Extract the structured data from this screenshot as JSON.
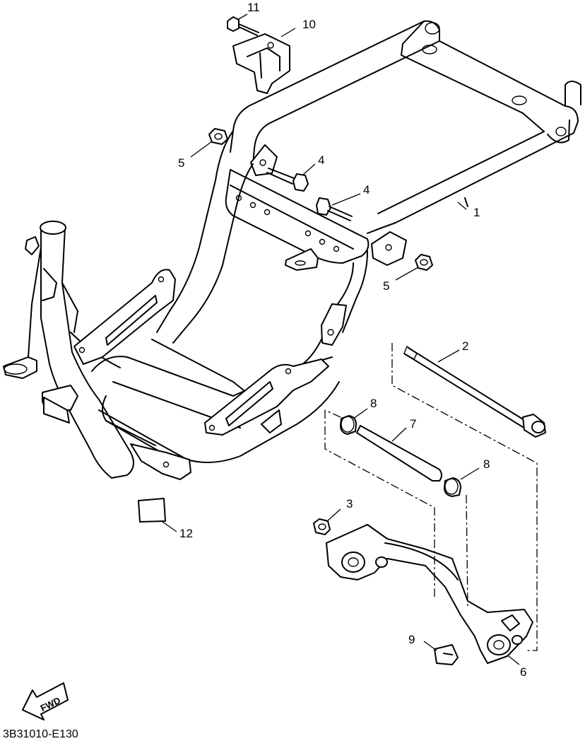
{
  "diagram_code": "3B31010-E130",
  "fwd_label": "FWD",
  "parts": {
    "p1": "1",
    "p2": "2",
    "p3": "3",
    "p4a": "4",
    "p4b": "4",
    "p5a": "5",
    "p5b": "5",
    "p6": "6",
    "p7": "7",
    "p8a": "8",
    "p8b": "8",
    "p9": "9",
    "p10": "10",
    "p11": "11",
    "p12": "12"
  }
}
